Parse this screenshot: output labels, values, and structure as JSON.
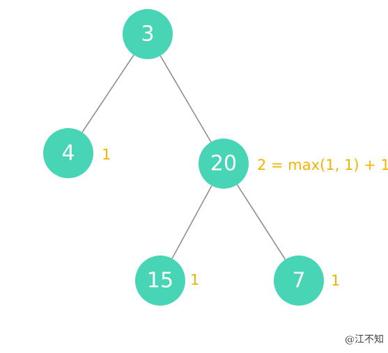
{
  "tree": {
    "nodes": [
      {
        "id": "n3",
        "label": "3"
      },
      {
        "id": "n4",
        "label": "4"
      },
      {
        "id": "n20",
        "label": "20"
      },
      {
        "id": "n15",
        "label": "15"
      },
      {
        "id": "n7",
        "label": "7"
      }
    ],
    "edges": [
      {
        "from": "n3",
        "to": "n4"
      },
      {
        "from": "n3",
        "to": "n20"
      },
      {
        "from": "n20",
        "to": "n15"
      },
      {
        "from": "n20",
        "to": "n7"
      }
    ],
    "annotations": {
      "n4": "1",
      "n20": "2 = max(1, 1) + 1",
      "n15": "1",
      "n7": "1"
    }
  },
  "colors": {
    "node_fill": "#47d5b5",
    "node_text": "#ffffff",
    "edge": "#8e8e8e",
    "annotation": "#f0b400"
  },
  "watermark": "@江不知"
}
